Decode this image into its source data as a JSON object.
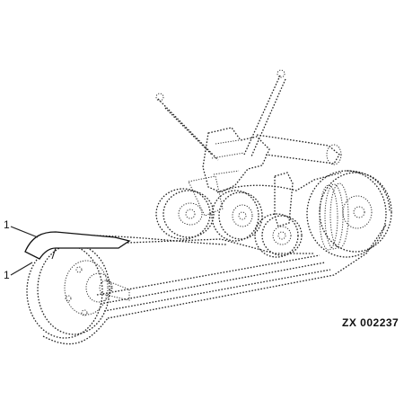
{
  "callouts": [
    {
      "label": "1"
    },
    {
      "label": "1"
    }
  ],
  "figure_code": "ZX 002237"
}
